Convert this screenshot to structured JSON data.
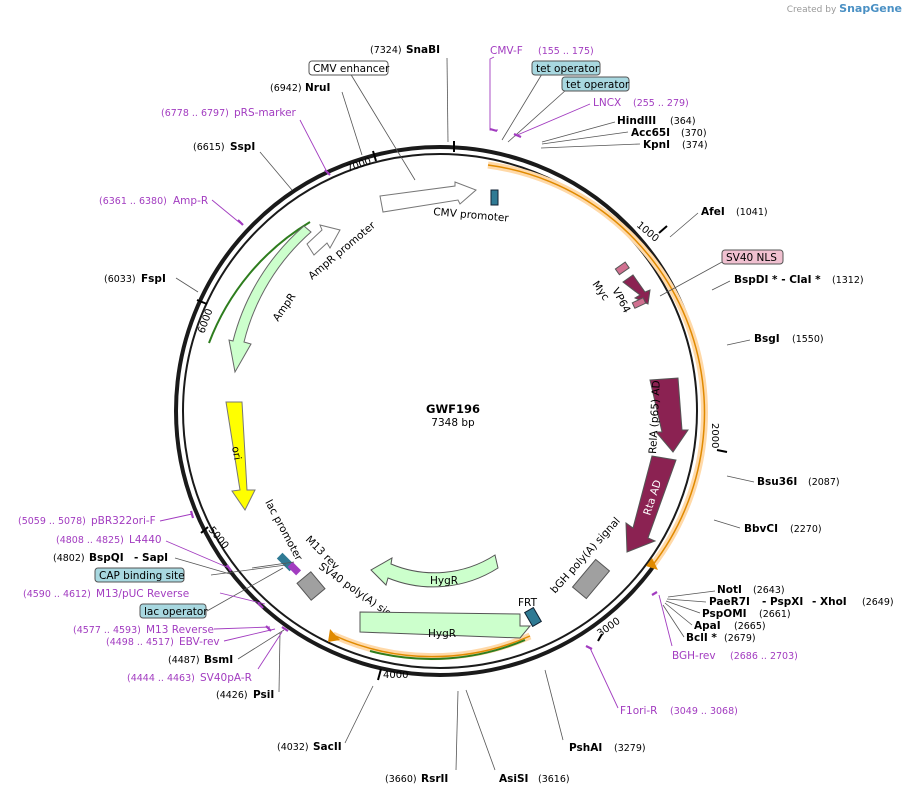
{
  "creator": {
    "prefix": "Created by",
    "brand": "SnapGene"
  },
  "plasmid": {
    "name": "GWF196",
    "length": "7348 bp"
  },
  "ticks": [
    "1000",
    "2000",
    "3000",
    "4000",
    "5000",
    "6000",
    "7000"
  ],
  "sites": [
    {
      "name": "SnaBI",
      "pos": "(7324)"
    },
    {
      "name": "NruI",
      "pos": "(6942)"
    },
    {
      "name": "SspI",
      "pos": "(6615)"
    },
    {
      "name": "FspI",
      "pos": "(6033)"
    },
    {
      "name": "HindIII",
      "pos": "(364)"
    },
    {
      "name": "Acc65I",
      "pos": "(370)"
    },
    {
      "name": "KpnI",
      "pos": "(374)"
    },
    {
      "name": "AfeI",
      "pos": "(1041)"
    },
    {
      "name": "BspDI * - ClaI *",
      "pos": "(1312)"
    },
    {
      "name": "BsgI",
      "pos": "(1550)"
    },
    {
      "name": "Bsu36I",
      "pos": "(2087)"
    },
    {
      "name": "BbvCI",
      "pos": "(2270)"
    },
    {
      "name": "NotI",
      "pos": "(2643)"
    },
    {
      "name": "PaeR7I",
      "pos": ""
    },
    {
      "name": "- PspXI",
      "pos": ""
    },
    {
      "name": "- XhoI",
      "pos": "(2649)"
    },
    {
      "name": "PspOMI",
      "pos": "(2661)"
    },
    {
      "name": "ApaI",
      "pos": "(2665)"
    },
    {
      "name": "BclI *",
      "pos": "(2679)"
    },
    {
      "name": "PshAI",
      "pos": "(3279)"
    },
    {
      "name": "AsiSI",
      "pos": "(3616)"
    },
    {
      "name": "RsrII",
      "pos": "(3660)"
    },
    {
      "name": "SacII",
      "pos": "(4032)"
    },
    {
      "name": "PsiI",
      "pos": "(4426)"
    },
    {
      "name": "BsmI",
      "pos": "(4487)"
    },
    {
      "name": "BspQI",
      "pos": "(4802)"
    },
    {
      "name": "- SapI",
      "pos": ""
    }
  ],
  "primers": [
    {
      "name": "CMV-F",
      "pos": "(155 .. 175)"
    },
    {
      "name": "LNCX",
      "pos": "(255 .. 279)"
    },
    {
      "name": "pRS-marker",
      "pos": "(6778 .. 6797)"
    },
    {
      "name": "Amp-R",
      "pos": "(6361 .. 6380)"
    },
    {
      "name": "BGH-rev",
      "pos": "(2686 .. 2703)"
    },
    {
      "name": "F1ori-R",
      "pos": "(3049 .. 3068)"
    },
    {
      "name": "pBR322ori-F",
      "pos": "(5059 .. 5078)"
    },
    {
      "name": "L4440",
      "pos": "(4808 .. 4825)"
    },
    {
      "name": "M13/pUC Reverse",
      "pos": "(4590 .. 4612)"
    },
    {
      "name": "M13 Reverse",
      "pos": "(4577 .. 4593)"
    },
    {
      "name": "EBV-rev",
      "pos": "(4498 .. 4517)"
    },
    {
      "name": "SV40pA-R",
      "pos": "(4444 .. 4463)"
    }
  ],
  "boxed_labels": [
    "CMV enhancer",
    "tet operator",
    "tet operator",
    "SV40 NLS",
    "CAP binding site",
    "lac operator"
  ],
  "features": [
    "CMV promoter",
    "AmpR promoter",
    "AmpR",
    "ori",
    "lac promoter",
    "M13 rev",
    "SV40 poly(A) signal",
    "HygR",
    "HygR",
    "FRT",
    "bGH poly(A) signal",
    "Rta AD",
    "RelA (p65) AD",
    "VP64",
    "Myc"
  ],
  "colors": {
    "backbone": "#1a1a1a",
    "primer": "#a23cc0",
    "ampr": "#ccffcc",
    "ori": "#ffff00",
    "activation": "#8b2252",
    "polya": "#a0a0a0",
    "orf": "#ffa500",
    "operator": "#a8d8e0",
    "nls": "#f0c0d0"
  }
}
